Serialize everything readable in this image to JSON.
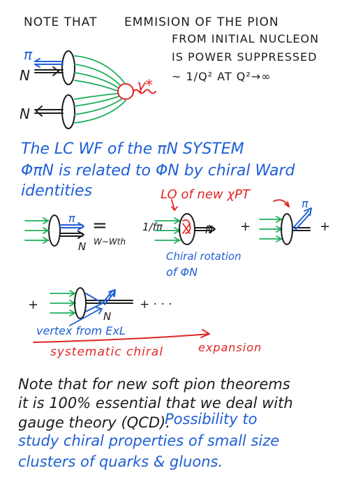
{
  "intro": {
    "line1a": "NOTE THAT",
    "line1b": "EMMISION OF THE PION",
    "line2": "FROM INITIAL NUCLEON",
    "line3": "IS POWER SUPPRESSED",
    "line4": "~ 1/Q² AT Q²→∞"
  },
  "diagram1": {
    "pi_label": "π",
    "n_top_label": "N",
    "n_bottom_label": "N",
    "gamma_label": "γ*"
  },
  "blue_paragraph": {
    "line1": "The LC WF of the πN SYSTEM",
    "line2": "ΦπN is related to ΦN by chiral Ward",
    "line3": "identities"
  },
  "equation": {
    "lo_label": "LO of new χPT",
    "pi_top": "π",
    "n_out": "N",
    "equals": "=",
    "subscript": "W~Wth",
    "coef": "1/fπ",
    "chiral_rotation": "Chiral rotation",
    "of_phi": "of ΦN",
    "plus1": "+",
    "pi_right": "π",
    "plus2": "+"
  },
  "second_row": {
    "plus": "+",
    "pi": "π",
    "n": "N",
    "dots": "+ · · ·",
    "vertex_label": "vertex from ExL"
  },
  "expansion": {
    "systematic": "systematic chiral",
    "expansion": "expansion"
  },
  "closing": {
    "line1": "Note that for new soft pion theorems",
    "line2": "it is 100% essential that we deal with",
    "line3a": "gauge theory (QCD).",
    "line3b": "Possibility to",
    "line4": "study chiral properties of small size",
    "line5": "clusters of quarks & gluons."
  },
  "colors": {
    "ink": "#1c1c1c",
    "blue": "#1f5fd6",
    "red": "#e02626",
    "green": "#1eae5a"
  }
}
